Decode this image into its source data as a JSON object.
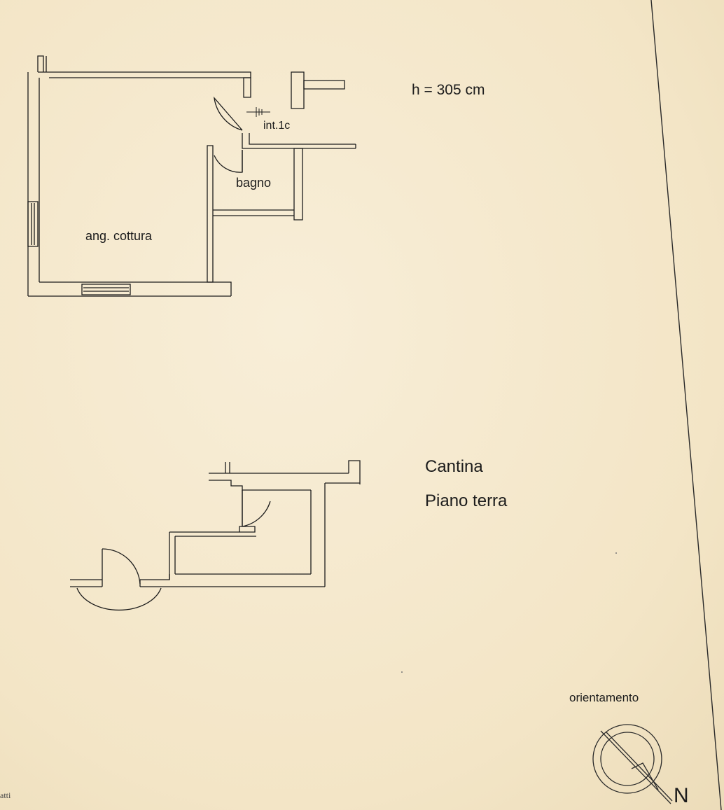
{
  "plan_upper": {
    "height_note": "h = 305 cm",
    "unit_label": "int.1c",
    "room_bagno": "bagno",
    "room_cottura": "ang. cottura"
  },
  "plan_lower": {
    "title": "Cantina",
    "floor": "Piano terra"
  },
  "compass": {
    "label": "orientamento",
    "north": "N",
    "icon": "north-arrow-compass-icon"
  },
  "margin_text": "atti",
  "colors": {
    "paper": "#f6ead0",
    "ink": "#1c1c1c"
  }
}
